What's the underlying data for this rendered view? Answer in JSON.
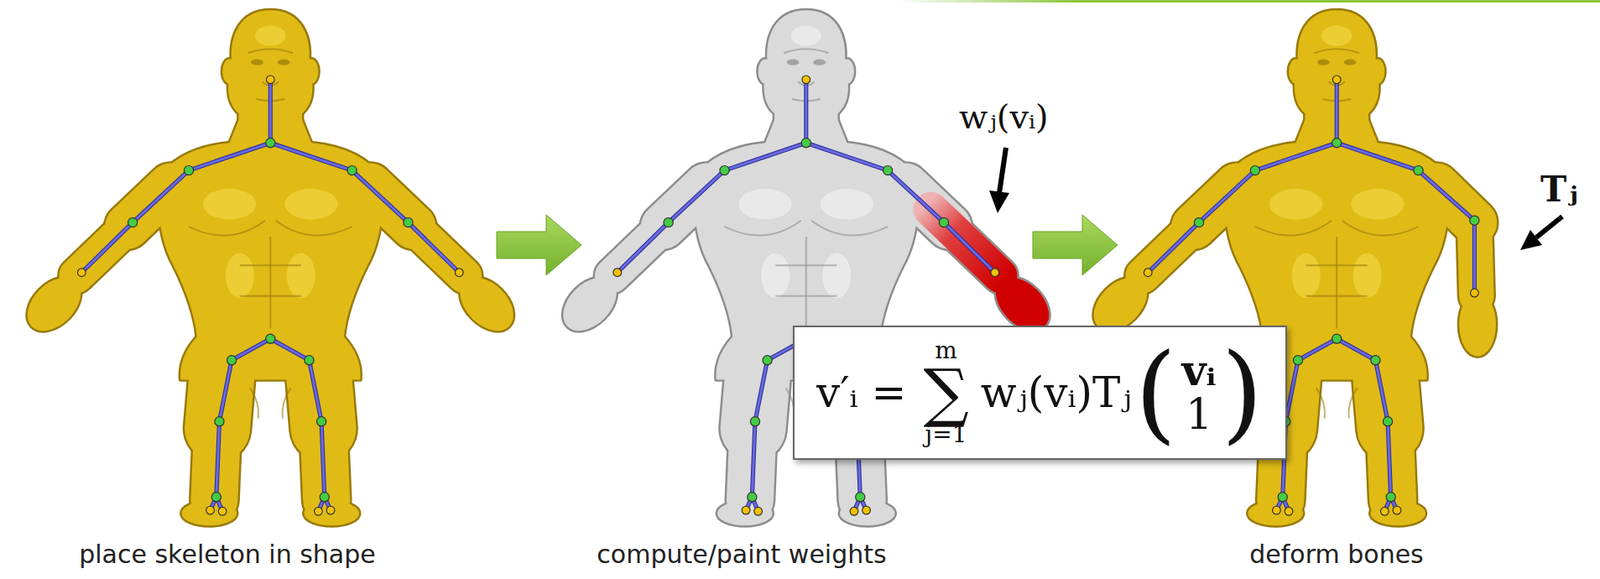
{
  "diagram": {
    "nodes": [
      {
        "text": [
          "place skeleton in shape"
        ]
      },
      {
        "text": [
          "compute/paint weights"
        ]
      },
      {
        "text": [
          "deform bones"
        ]
      },
      {
        "text": [
          "v′ᵢ =",
          "m",
          "∑",
          "j=1",
          "wⱼ(vᵢ)Tⱼ",
          "(",
          "vᵢ",
          "1",
          ")"
        ]
      }
    ],
    "edges": [
      {
        "from": 0,
        "to": 1,
        "arrow": "to"
      },
      {
        "from": 1,
        "to": 2,
        "arrow": "to"
      }
    ],
    "labels": [
      "wⱼ(vᵢ)",
      "Tⱼ"
    ]
  }
}
